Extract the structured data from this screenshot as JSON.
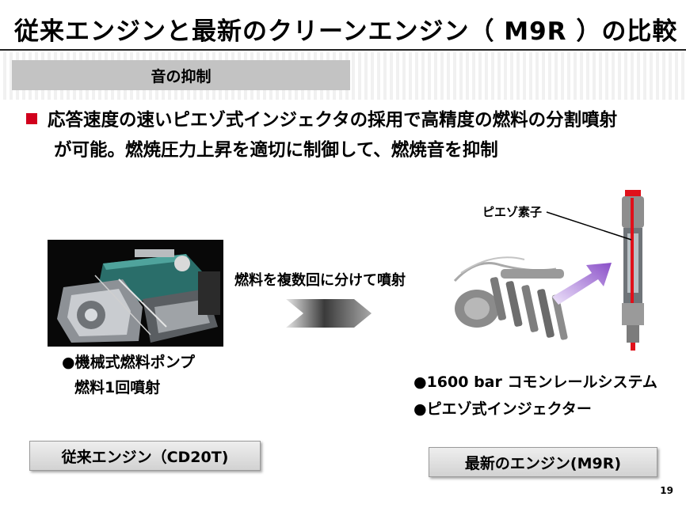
{
  "slide": {
    "title": "従来エンジンと最新のクリーンエンジン（ M9R ）の比較",
    "subtitle": "音の抑制",
    "bullet": {
      "line1": "応答速度の速いピエゾ式インジェクタの採用で高精度の燃料の分割噴射",
      "line2": "が可能。燃焼圧力上昇を適切に制御して、燃焼音を抑制"
    },
    "arrow_caption": "燃料を複数回に分けて噴射",
    "piezo_label": "ピエゾ素子",
    "old_engine": {
      "feature1": "●機械式燃料ポンプ",
      "feature2": "燃料1回噴射",
      "label": "従来エンジン（CD20T)"
    },
    "new_engine": {
      "feature1": "●1600 bar コモンレールシステム",
      "feature2": "●ピエゾ式インジェクター",
      "label": "最新のエンジン(M9R)"
    },
    "page_number": "19",
    "colors": {
      "bullet_square": "#d1001c",
      "arrow_purple": "#8a4fc8",
      "injector_red": "#e0101a"
    }
  }
}
